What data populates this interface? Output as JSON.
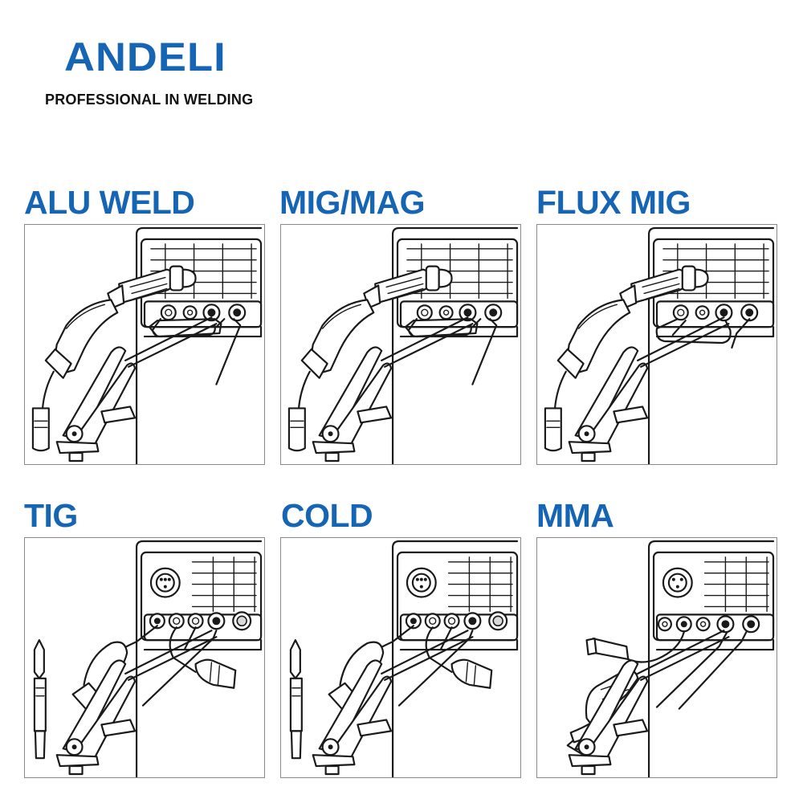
{
  "header": {
    "brand": "ANDELI",
    "tagline": "PROFESSIONAL IN WELDING",
    "brand_color": "#1565b4"
  },
  "modes": [
    {
      "label": "ALU WELD",
      "torch": "mig-torch",
      "connection": "straight-polarity"
    },
    {
      "label": "MIG/MAG",
      "torch": "mig-torch",
      "connection": "straight-polarity"
    },
    {
      "label": "FLUX MIG",
      "torch": "mig-torch",
      "connection": "reverse-polarity"
    },
    {
      "label": "TIG",
      "torch": "tig-torch",
      "connection": "tig-gas"
    },
    {
      "label": "COLD",
      "torch": "tig-torch",
      "connection": "tig-gas"
    },
    {
      "label": "MMA",
      "torch": "electrode-holder",
      "connection": "mma"
    }
  ],
  "colors": {
    "line": "#1a1a1a",
    "panel_border": "#8a8a8a",
    "title": "#1565b4"
  }
}
